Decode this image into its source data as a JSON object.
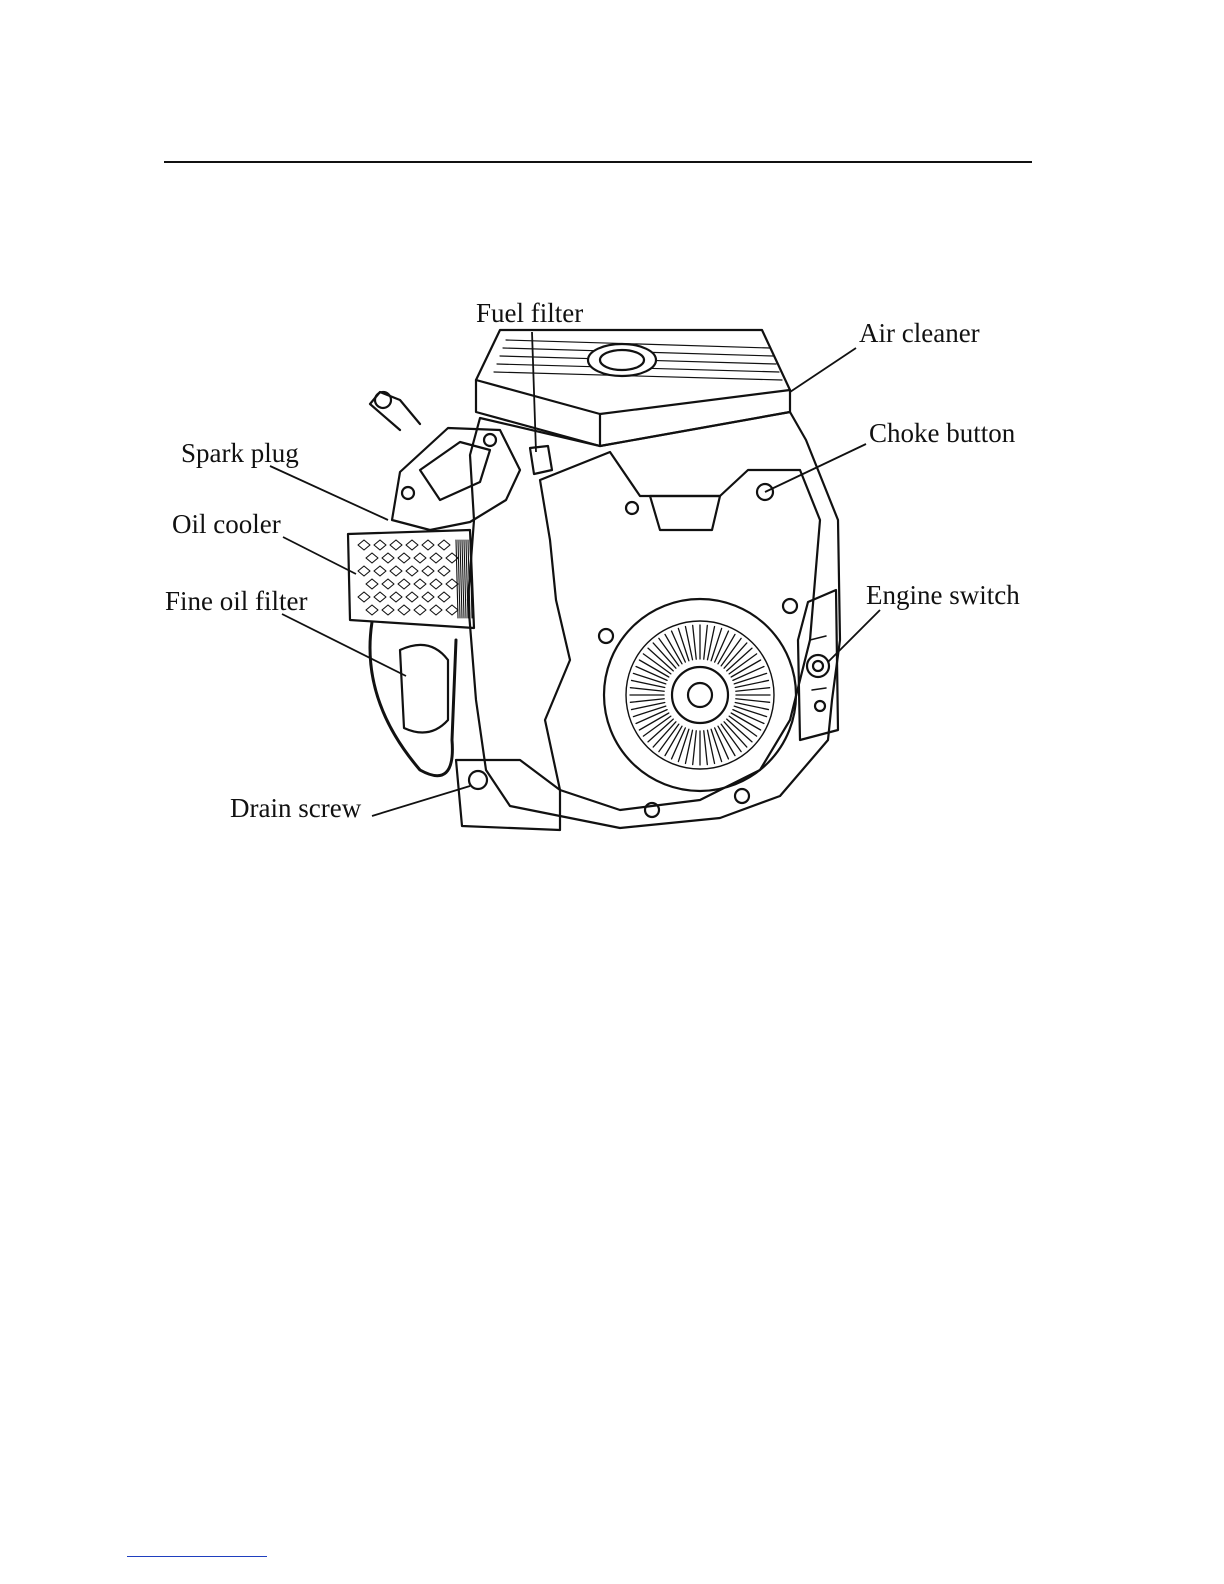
{
  "figure": {
    "labels": {
      "fuel_filter": "Fuel filter",
      "air_cleaner": "Air cleaner",
      "spark_plug": "Spark plug",
      "choke_button": "Choke button",
      "oil_cooler": "Oil cooler",
      "fine_oil_filter": "Fine oil filter",
      "engine_switch": "Engine switch",
      "drain_screw": "Drain screw"
    }
  }
}
